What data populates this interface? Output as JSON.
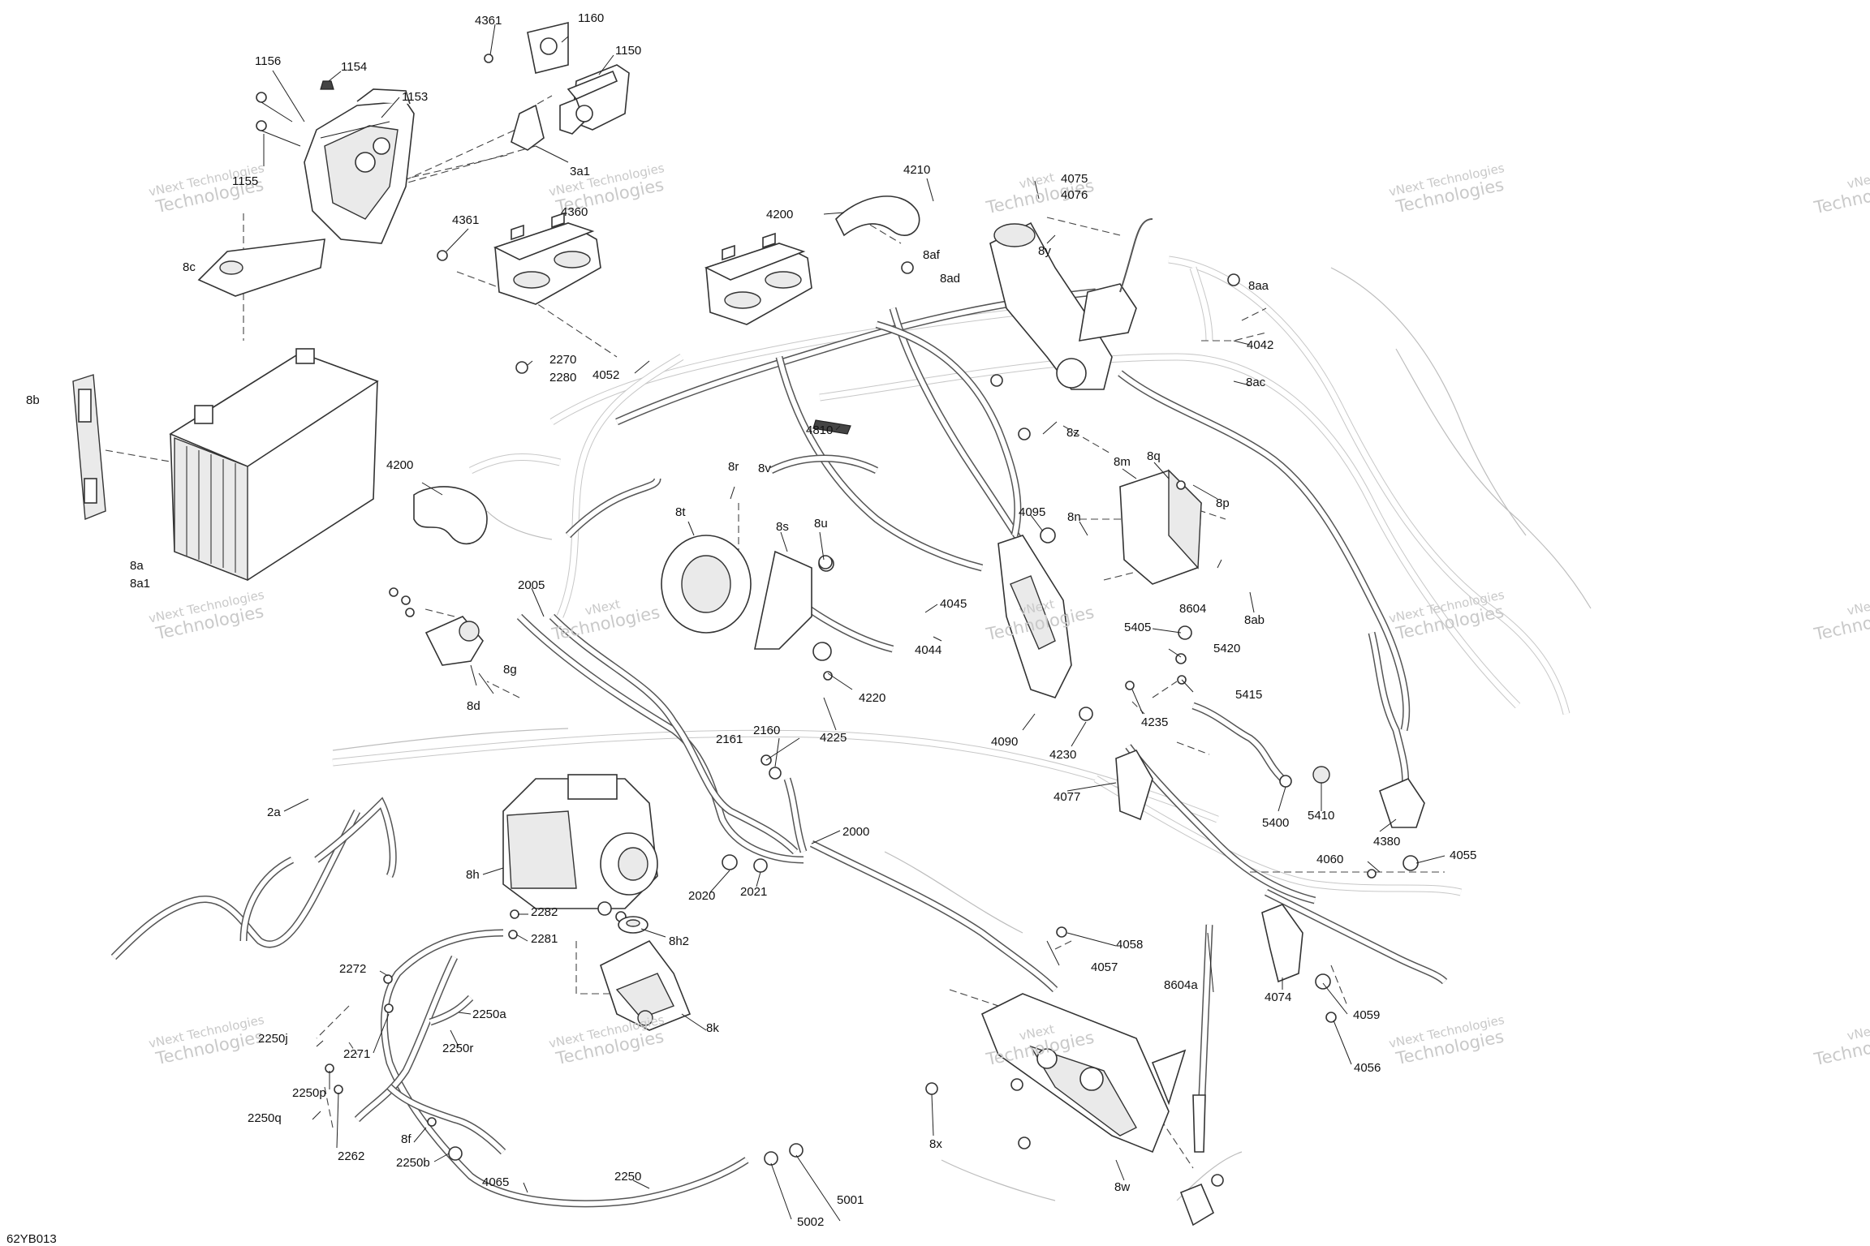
{
  "diagram": {
    "code": "62YB013",
    "watermark": {
      "line1": "vNext",
      "line2": "Technologies",
      "line3": "vNext Technologies"
    },
    "labels": [
      {
        "id": "1156",
        "text": "1156"
      },
      {
        "id": "1154",
        "text": "1154"
      },
      {
        "id": "1153",
        "text": "1153"
      },
      {
        "id": "1155",
        "text": "1155"
      },
      {
        "id": "4361a",
        "text": "4361"
      },
      {
        "id": "1160",
        "text": "1160"
      },
      {
        "id": "1150",
        "text": "1150"
      },
      {
        "id": "3a1",
        "text": "3a1"
      },
      {
        "id": "4361b",
        "text": "4361"
      },
      {
        "id": "4360",
        "text": "4360"
      },
      {
        "id": "8c",
        "text": "8c"
      },
      {
        "id": "8b",
        "text": "8b"
      },
      {
        "id": "8a",
        "text": "8a"
      },
      {
        "id": "8a1",
        "text": "8a1"
      },
      {
        "id": "2270",
        "text": "2270"
      },
      {
        "id": "2280",
        "text": "2280"
      },
      {
        "id": "4052",
        "text": "4052"
      },
      {
        "id": "4210",
        "text": "4210"
      },
      {
        "id": "4200a",
        "text": "4200"
      },
      {
        "id": "8af",
        "text": "8af"
      },
      {
        "id": "8ad",
        "text": "8ad"
      },
      {
        "id": "4075",
        "text": "4075"
      },
      {
        "id": "4076",
        "text": "4076"
      },
      {
        "id": "8y",
        "text": "8y"
      },
      {
        "id": "8aa",
        "text": "8aa"
      },
      {
        "id": "4042",
        "text": "4042"
      },
      {
        "id": "8ac",
        "text": "8ac"
      },
      {
        "id": "8z",
        "text": "8z"
      },
      {
        "id": "4810",
        "text": "4810"
      },
      {
        "id": "4200b",
        "text": "4200"
      },
      {
        "id": "8r",
        "text": "8r"
      },
      {
        "id": "8v",
        "text": "8v"
      },
      {
        "id": "8t",
        "text": "8t"
      },
      {
        "id": "8s",
        "text": "8s"
      },
      {
        "id": "8u",
        "text": "8u"
      },
      {
        "id": "8m",
        "text": "8m"
      },
      {
        "id": "8q",
        "text": "8q"
      },
      {
        "id": "8p",
        "text": "8p"
      },
      {
        "id": "4095",
        "text": "4095"
      },
      {
        "id": "8n",
        "text": "8n"
      },
      {
        "id": "8604",
        "text": "8604"
      },
      {
        "id": "8ab",
        "text": "8ab"
      },
      {
        "id": "2005",
        "text": "2005"
      },
      {
        "id": "4045",
        "text": "4045"
      },
      {
        "id": "4044",
        "text": "4044"
      },
      {
        "id": "8g",
        "text": "8g"
      },
      {
        "id": "8d",
        "text": "8d"
      },
      {
        "id": "4220",
        "text": "4220"
      },
      {
        "id": "4225",
        "text": "4225"
      },
      {
        "id": "5405",
        "text": "5405"
      },
      {
        "id": "5420",
        "text": "5420"
      },
      {
        "id": "5415",
        "text": "5415"
      },
      {
        "id": "4235",
        "text": "4235"
      },
      {
        "id": "4090",
        "text": "4090"
      },
      {
        "id": "4230",
        "text": "4230"
      },
      {
        "id": "2161",
        "text": "2161"
      },
      {
        "id": "2160",
        "text": "2160"
      },
      {
        "id": "4077",
        "text": "4077"
      },
      {
        "id": "5400",
        "text": "5400"
      },
      {
        "id": "5410",
        "text": "5410"
      },
      {
        "id": "2a",
        "text": "2a"
      },
      {
        "id": "2000",
        "text": "2000"
      },
      {
        "id": "4380",
        "text": "4380"
      },
      {
        "id": "8h",
        "text": "8h"
      },
      {
        "id": "2020",
        "text": "2020"
      },
      {
        "id": "2021",
        "text": "2021"
      },
      {
        "id": "4060",
        "text": "4060"
      },
      {
        "id": "4055",
        "text": "4055"
      },
      {
        "id": "2282",
        "text": "2282"
      },
      {
        "id": "2281",
        "text": "2281"
      },
      {
        "id": "8h2",
        "text": "8h2"
      },
      {
        "id": "4058",
        "text": "4058"
      },
      {
        "id": "4057",
        "text": "4057"
      },
      {
        "id": "2272",
        "text": "2272"
      },
      {
        "id": "8604a",
        "text": "8604a"
      },
      {
        "id": "4074",
        "text": "4074"
      },
      {
        "id": "2250a",
        "text": "2250a"
      },
      {
        "id": "4059",
        "text": "4059"
      },
      {
        "id": "2250j",
        "text": "2250j"
      },
      {
        "id": "2271",
        "text": "2271"
      },
      {
        "id": "2250r",
        "text": "2250r"
      },
      {
        "id": "8k",
        "text": "8k"
      },
      {
        "id": "4056",
        "text": "4056"
      },
      {
        "id": "2250p",
        "text": "2250p"
      },
      {
        "id": "2250q",
        "text": "2250q"
      },
      {
        "id": "2262",
        "text": "2262"
      },
      {
        "id": "8f",
        "text": "8f"
      },
      {
        "id": "8x",
        "text": "8x"
      },
      {
        "id": "2250b",
        "text": "2250b"
      },
      {
        "id": "4065",
        "text": "4065"
      },
      {
        "id": "2250",
        "text": "2250"
      },
      {
        "id": "5001",
        "text": "5001"
      },
      {
        "id": "5002",
        "text": "5002"
      },
      {
        "id": "8w",
        "text": "8w"
      }
    ]
  }
}
